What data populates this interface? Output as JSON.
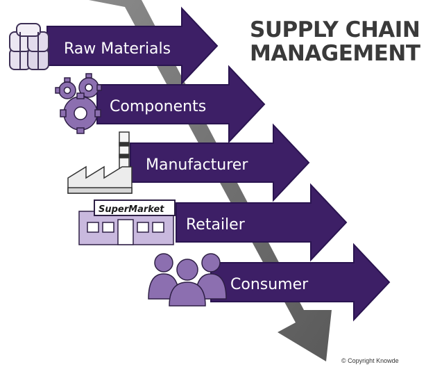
{
  "title": {
    "line1": "SUPPLY CHAIN",
    "line2": "MANAGEMENT"
  },
  "stages": [
    {
      "label": "Raw Materials",
      "icon": "bales-icon"
    },
    {
      "label": "Components",
      "icon": "gears-icon"
    },
    {
      "label": "Manufacturer",
      "icon": "factory-icon"
    },
    {
      "label": "Retailer",
      "icon": "supermarket-icon",
      "sign": "SuperMarket"
    },
    {
      "label": "Consumer",
      "icon": "people-icon"
    }
  ],
  "copyright": "© Copyright Knowde",
  "colors": {
    "arrow": "#3d1f66",
    "arrow_edge": "#2a1450",
    "icon_fill": "#8c6fb0",
    "icon_light": "#e8e2f0",
    "diagonal": "#6a6a6a",
    "title": "#3a3a3a"
  }
}
